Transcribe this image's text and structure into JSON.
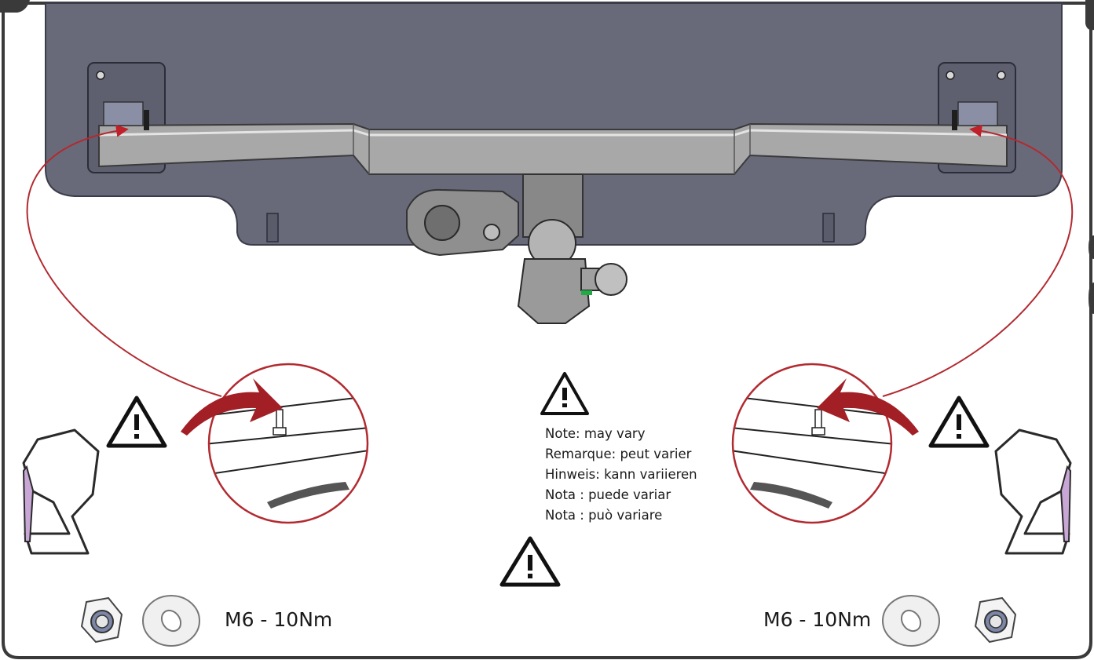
{
  "notes": [
    "Note: may vary",
    "Remarque: peut varier",
    "Hinweis: kann variieren",
    "Nota : puede variar",
    "Nota : può variare"
  ],
  "torque_left": "M6 - 10Nm",
  "torque_right": "M6 - 10Nm",
  "colors": {
    "bumper": "#686a7a",
    "bar": "#a8a8a8",
    "callout_red": "#b22a30",
    "arrow_red": "#a31f26",
    "clip_purple": "#c8a7d6"
  }
}
